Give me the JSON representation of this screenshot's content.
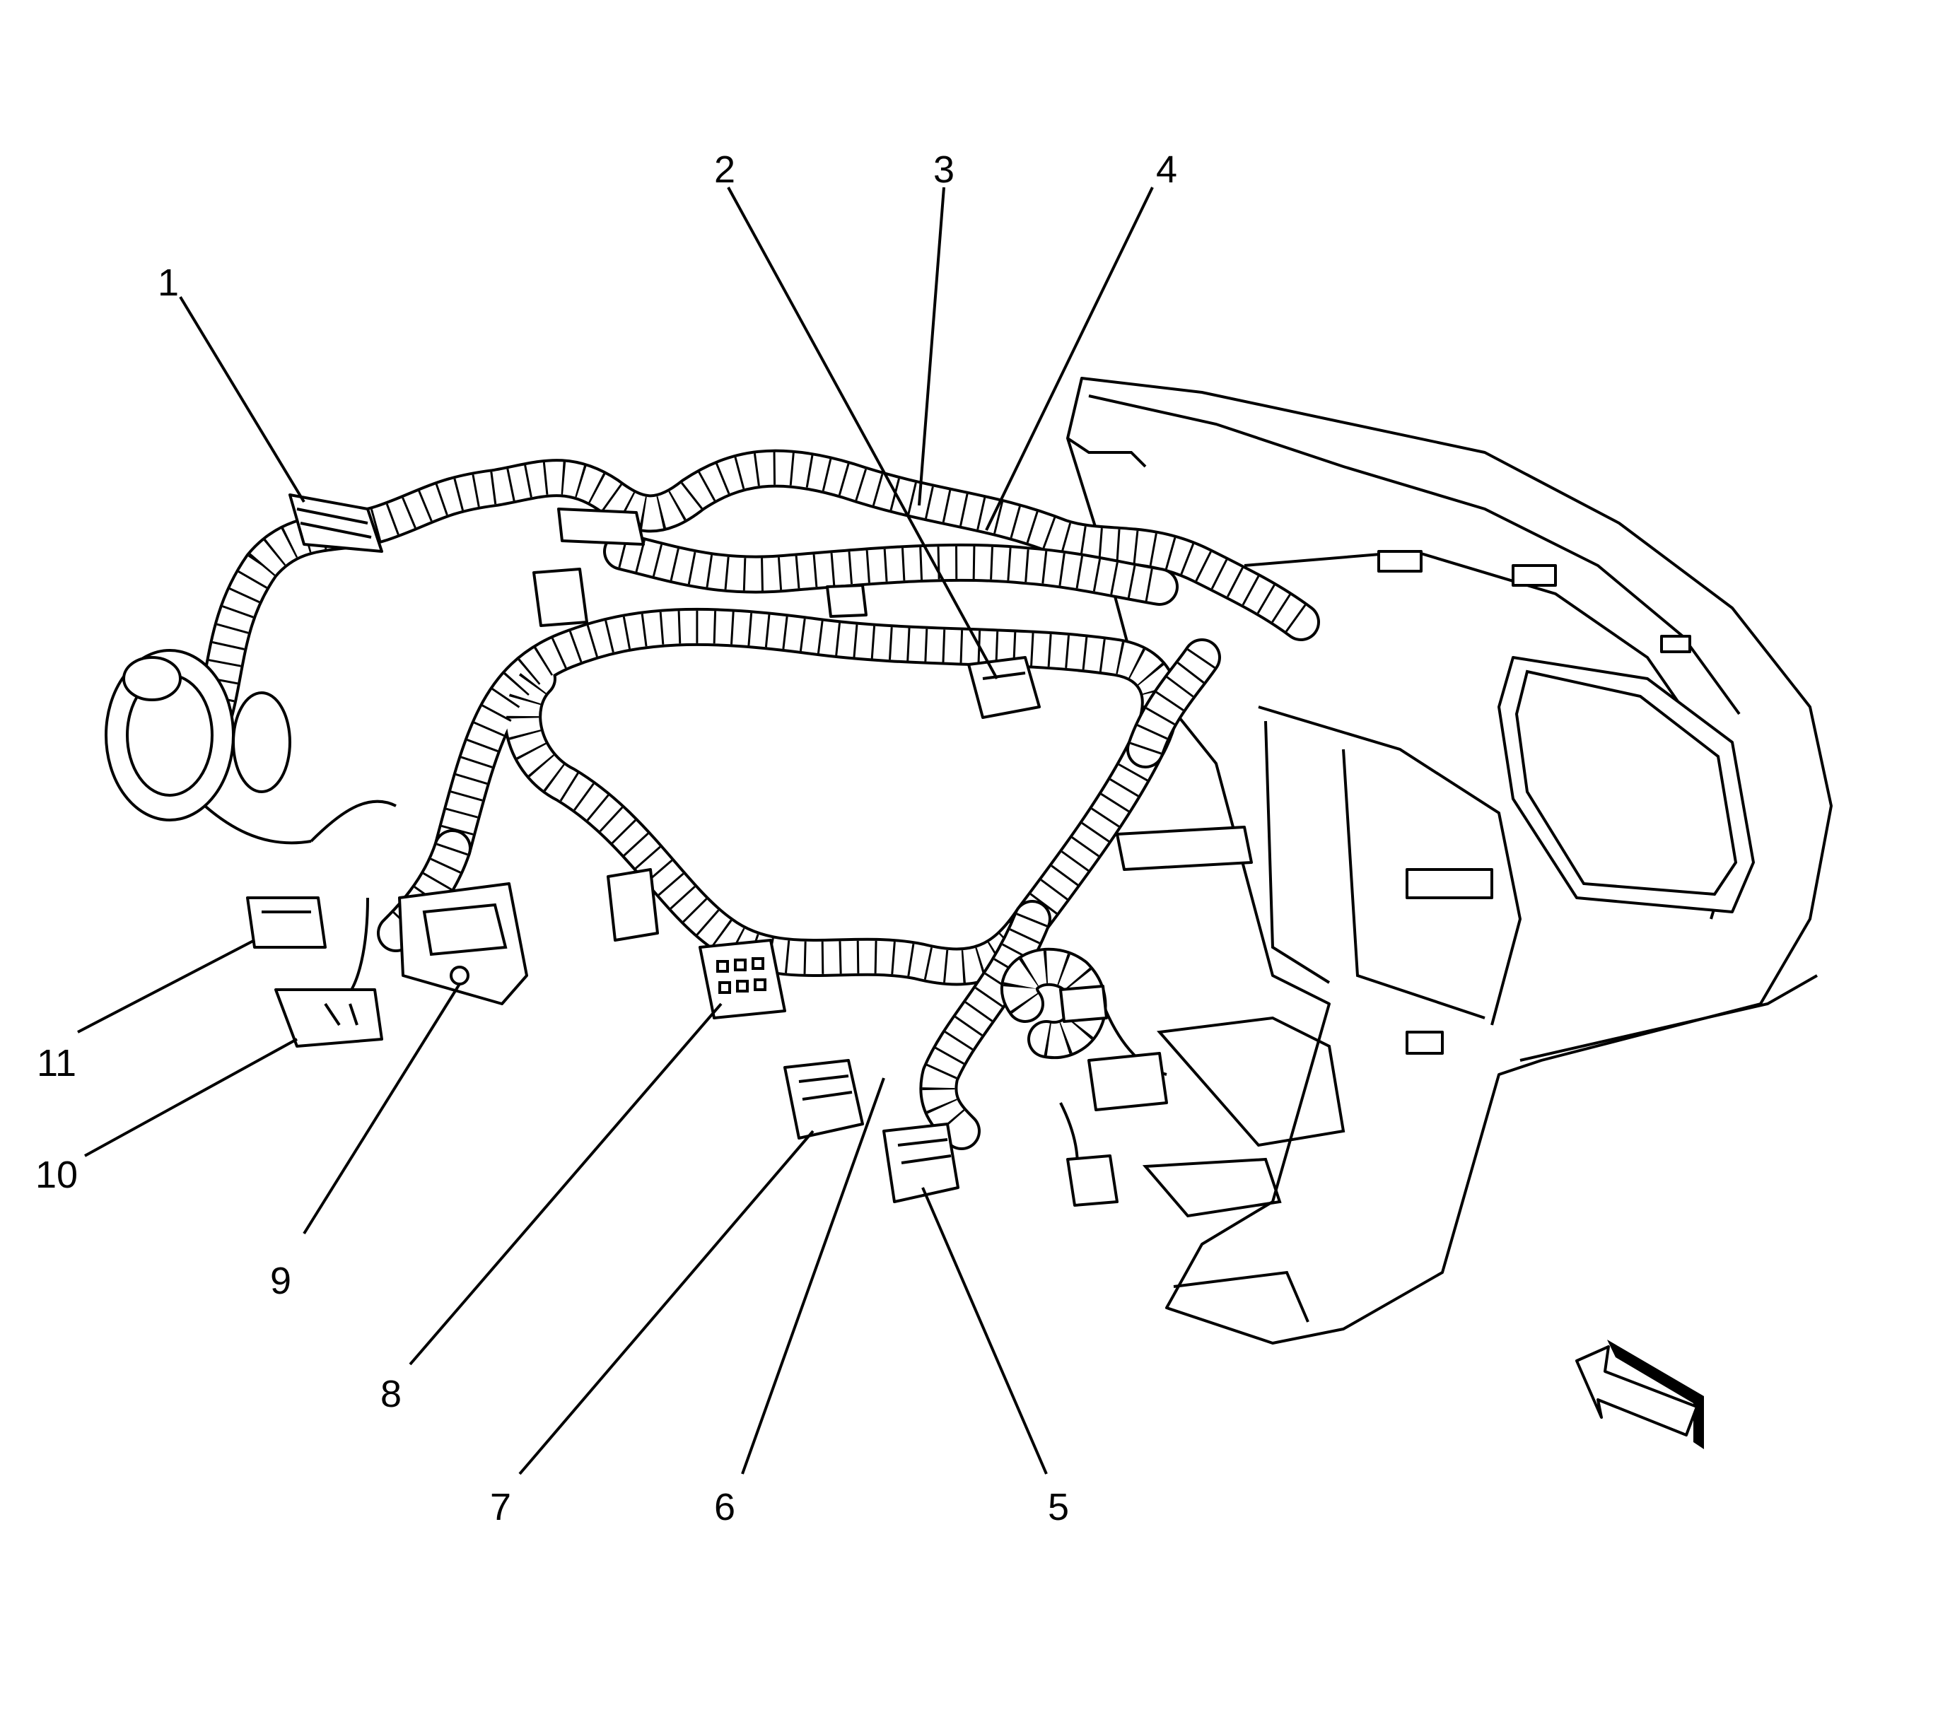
{
  "diagram": {
    "callouts": [
      {
        "id": 1,
        "label": "1"
      },
      {
        "id": 2,
        "label": "2"
      },
      {
        "id": 3,
        "label": "3"
      },
      {
        "id": 4,
        "label": "4"
      },
      {
        "id": 5,
        "label": "5"
      },
      {
        "id": 6,
        "label": "6"
      },
      {
        "id": 7,
        "label": "7"
      },
      {
        "id": 8,
        "label": "8"
      },
      {
        "id": 9,
        "label": "9"
      },
      {
        "id": 10,
        "label": "10"
      },
      {
        "id": 11,
        "label": "11"
      }
    ],
    "icons": {
      "view_direction": "view-direction-arrow-icon"
    },
    "colors": {
      "line": "#000000",
      "background": "#ffffff"
    }
  }
}
